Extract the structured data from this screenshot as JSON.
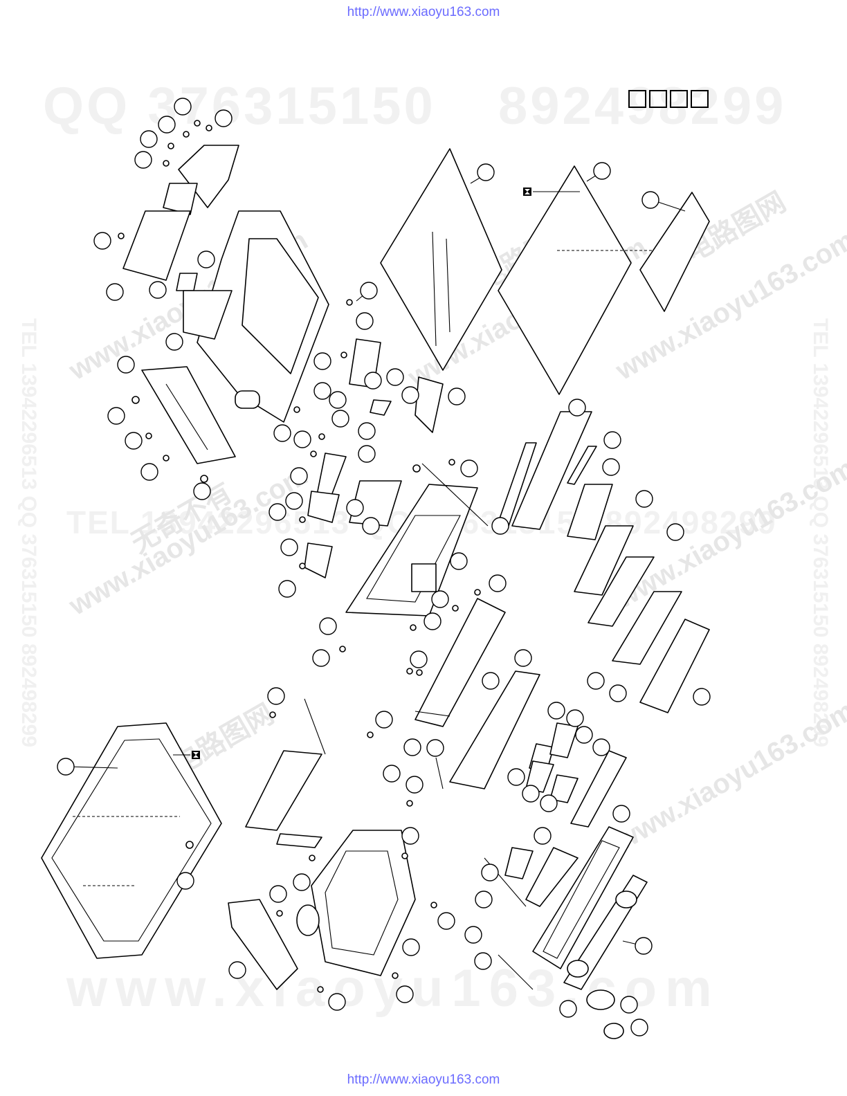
{
  "header_url": "http://www.xiaoyu163.com",
  "footer_url": "http://www.xiaoyu163.com",
  "header_boxes": 4,
  "watermarks": {
    "qq_line_left": "QQ 376315150",
    "qq_line_right": "892498299",
    "tel_line": "TEL 13942296513 QQ 376315150 892498299",
    "bottom_line": "www.xiaoyu163.com",
    "side_left": "TEL 13942296513 QQ 376315150 892498299",
    "side_right": "TEL 13942296513 QQ 376315150 892498299",
    "diagonal": "www.xiaoyu163.com",
    "diagonal_cn": "电路图网",
    "diagonal_cn2": "无奇不有"
  },
  "symbols": {
    "screw_icon": "screw-icon",
    "reference_mark_icon": "hourglass-reference-icon",
    "callout_icon": "callout-circle-icon"
  }
}
